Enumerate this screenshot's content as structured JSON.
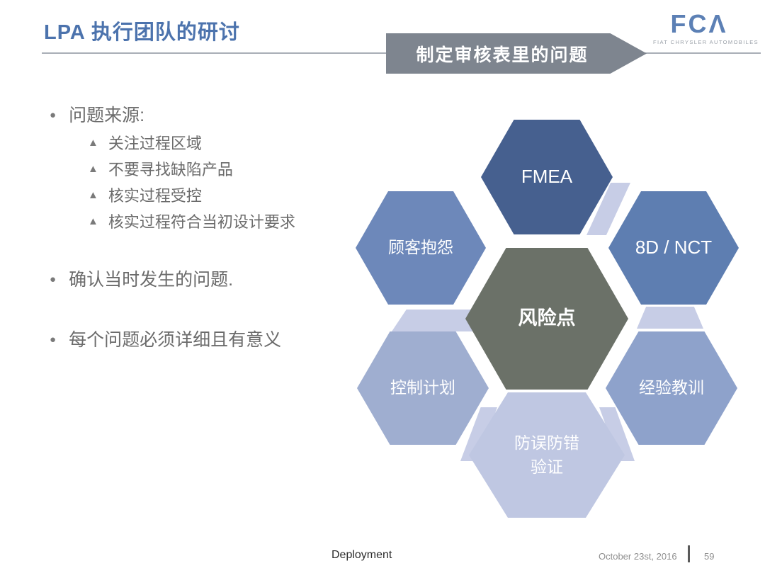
{
  "header": {
    "title": "LPA 执行团队的研讨",
    "banner_label": "制定审核表里的问题",
    "logo_text": "FCΛ",
    "logo_subtext": "FIAT CHRYSLER AUTOMOBILES"
  },
  "icons": {
    "bullet_dot": "●",
    "bullet_triangle": "▲"
  },
  "bullets": {
    "items": [
      {
        "label": "问题来源:"
      },
      {
        "label": "确认当时发生的问题."
      },
      {
        "label": "每个问题必须详细且有意义"
      }
    ],
    "sub_items": [
      "关注过程区域",
      "不要寻找缺陷产品",
      "核实过程受控",
      "核实过程符合当初设计要求"
    ]
  },
  "diagram": {
    "center_label": "风险点",
    "hex_fmea": "FMEA",
    "hex_complaints": "顾客抱怨",
    "hex_8d_nct": "8D / NCT",
    "hex_control": "控制计划",
    "hex_lessons": "经验教训",
    "hex_pokayoke": "防误防错\n验证"
  },
  "footer": {
    "deployment": "Deployment",
    "date": "October 23st, 2016",
    "page": "59"
  },
  "colors": {
    "title_blue": "#4c73ad",
    "banner_gray": "#7e858f",
    "logo_blue": "#5c80b5",
    "hex_fmea": "#46608f",
    "hex_8d_nct": "#5e7eb1",
    "hex_complaints": "#6d88ba",
    "hex_lessons": "#8ea2cb",
    "hex_control": "#9faed0",
    "hex_pokayoke": "#bfc7e2",
    "hex_center": "#6b7168",
    "connector": "#c7cde6",
    "bullet_text_gray": "#6b6b6b"
  }
}
